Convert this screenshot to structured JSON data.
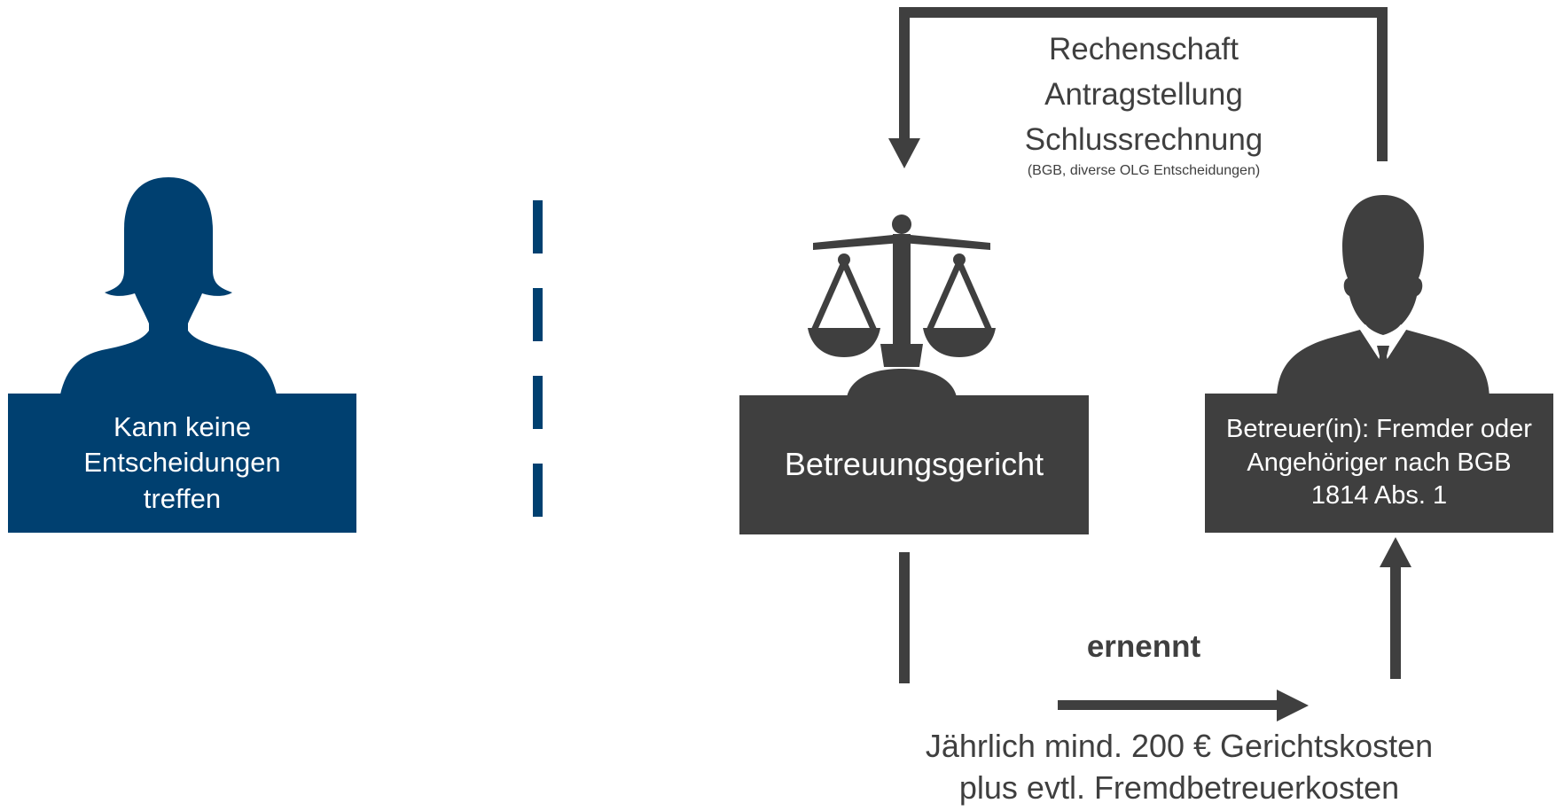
{
  "person": {
    "icon": "woman-silhouette-icon",
    "label": "Kann keine Entscheidungen treffen",
    "color": "#004070"
  },
  "court": {
    "icon": "scales-of-justice-icon",
    "label": "Betreuungsgericht",
    "color": "#3f3f3f"
  },
  "caregiver": {
    "icon": "businessman-silhouette-icon",
    "label": "Betreuer(in): Fremder oder Angehöriger nach BGB 1814 Abs. 1",
    "color": "#3f3f3f"
  },
  "feedback": {
    "line1": "Rechenschaft",
    "line2": "Antragstellung",
    "line3": "Schlussrechnung",
    "source": "(BGB, diverse OLG Entscheidungen)"
  },
  "appoint": {
    "label": "ernennt"
  },
  "costs": {
    "line1": "Jährlich mind. 200 € Gerichtskosten",
    "line2": "plus evtl. Fremdbetreuerkosten"
  }
}
